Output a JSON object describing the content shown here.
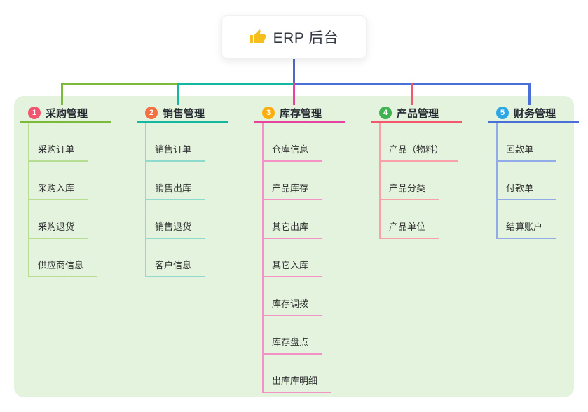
{
  "root": {
    "title": "ERP 后台",
    "icon": "thumbs-up",
    "icon_color": "#f6bd1f"
  },
  "colors": {
    "canvas_bg": "#ffffff",
    "panel_bg": "#e3f3dd",
    "root_connector": "#5566c6",
    "title_text": "#262b33",
    "child_text": "#333333"
  },
  "branches": [
    {
      "badge": "1",
      "label": "采购管理",
      "badge_color": "#f2566f",
      "color": "#7cba3d",
      "light_color": "#b7dd92",
      "children": [
        "采购订单",
        "采购入库",
        "采购退货",
        "供应商信息"
      ]
    },
    {
      "badge": "2",
      "label": "销售管理",
      "badge_color": "#f37043",
      "color": "#14b8a1",
      "light_color": "#8edacd",
      "children": [
        "销售订单",
        "销售出库",
        "销售退货",
        "客户信息"
      ]
    },
    {
      "badge": "3",
      "label": "库存管理",
      "badge_color": "#fcae11",
      "color": "#e6439f",
      "light_color": "#f492c5",
      "children": [
        "仓库信息",
        "产品库存",
        "其它出库",
        "其它入库",
        "库存调拨",
        "库存盘点",
        "出库库明细"
      ]
    },
    {
      "badge": "4",
      "label": "产品管理",
      "badge_color": "#3eb34f",
      "color": "#f4566b",
      "light_color": "#f9a0a8",
      "children": [
        "产品（物料）",
        "产品分类",
        "产品单位"
      ]
    },
    {
      "badge": "5",
      "label": "财务管理",
      "badge_color": "#2ea6e3",
      "color": "#4a6fd6",
      "light_color": "#92abe6",
      "children": [
        "回款单",
        "付款单",
        "结算账户"
      ]
    }
  ]
}
